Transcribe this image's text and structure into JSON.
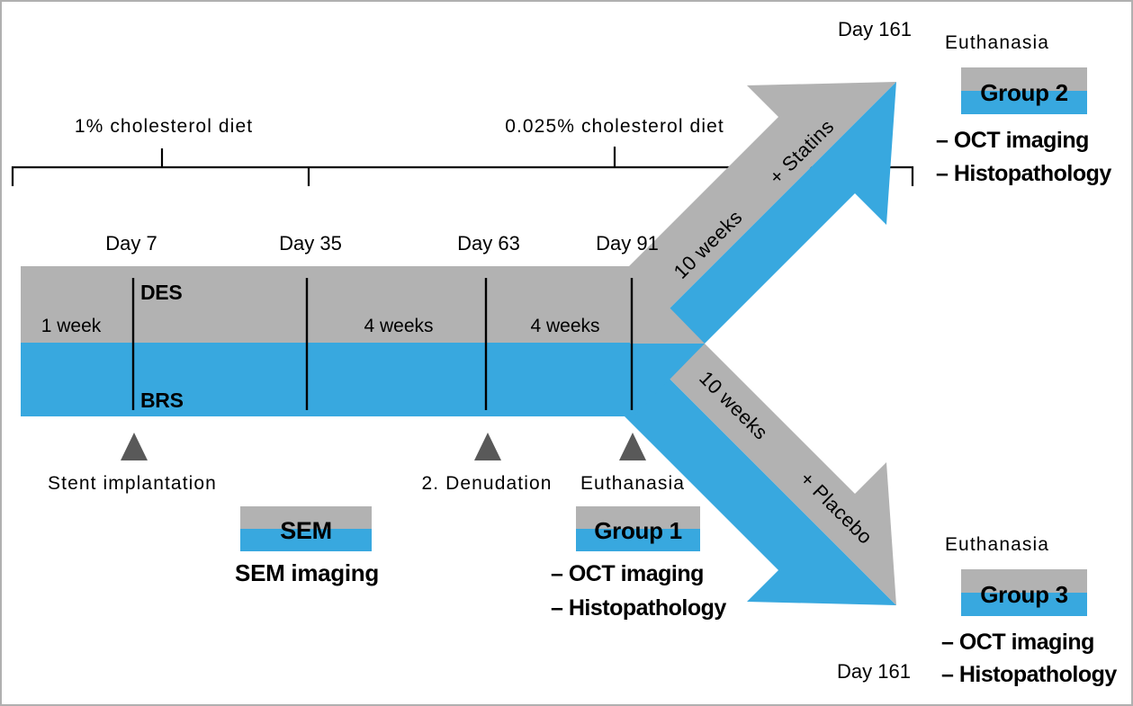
{
  "colors": {
    "blue": "#38a8df",
    "gray": "#b2b2b2",
    "dark_gray": "#595959",
    "frame_border": "#b0b0b0",
    "text": "#000000"
  },
  "diet": {
    "phase1": "1% cholesterol diet",
    "phase2": "0.025% cholesterol diet"
  },
  "timeline": {
    "days": [
      "Day 7",
      "Day 35",
      "Day 63",
      "Day 91"
    ],
    "segments": [
      "1 week",
      "4 weeks",
      "4 weeks"
    ],
    "top_device": "DES",
    "bottom_device": "BRS"
  },
  "events": {
    "implantation": "Stent implantation",
    "denudation": "2. Denudation",
    "euthanasia": "Euthanasia"
  },
  "sem": {
    "box_label": "SEM",
    "caption": "SEM imaging"
  },
  "group1": {
    "title": "Group 1",
    "bullet1": "– OCT imaging",
    "bullet2": "– Histopathology"
  },
  "branch_top": {
    "duration": "10 weeks",
    "treatment": "+ Statins",
    "day": "Day 161",
    "event": "Euthanasia",
    "group": {
      "title": "Group 2",
      "bullet1": "– OCT imaging",
      "bullet2": "– Histopathology"
    }
  },
  "branch_bottom": {
    "duration": "10 weeks",
    "treatment": "+ Placebo",
    "day": "Day 161",
    "event": "Euthanasia",
    "group": {
      "title": "Group 3",
      "bullet1": "– OCT imaging",
      "bullet2": "– Histopathology"
    }
  }
}
